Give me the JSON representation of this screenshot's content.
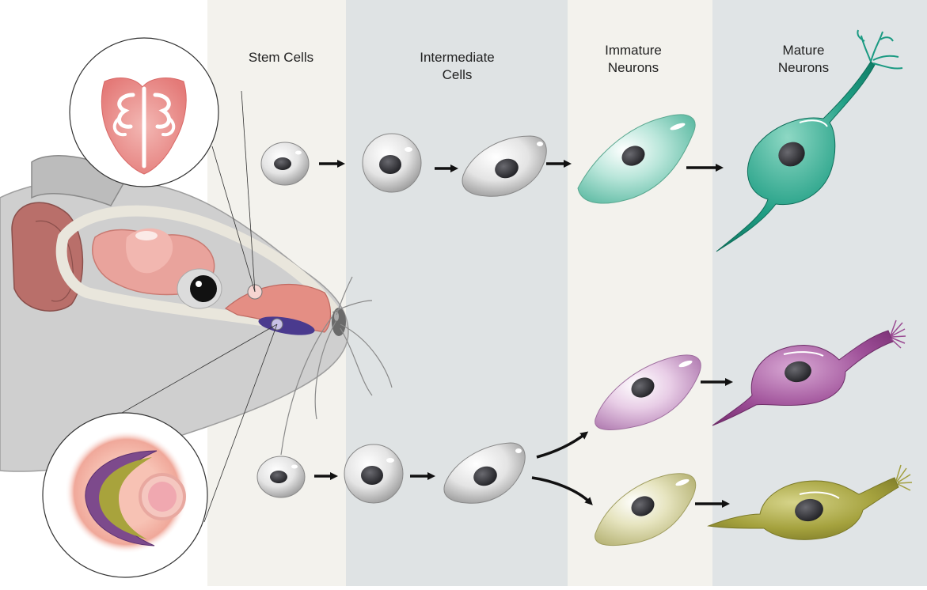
{
  "columns": [
    {
      "id": "stem",
      "label": "Stem Cells"
    },
    {
      "id": "intermediate",
      "label": "Intermediate\nCells"
    },
    {
      "id": "immature",
      "label": "Immature\nNeurons"
    },
    {
      "id": "mature",
      "label": "Mature\nNeurons"
    }
  ],
  "colors": {
    "stem_cell": "#d8d8d8",
    "nucleus": "#3a3a3f",
    "olfactory_neuron": "#1a9a82",
    "vomeronasal_neuron_purple": "#9a4a92",
    "vomeronasal_neuron_olive": "#a3a040",
    "olfactory_epithelium": "#e98888",
    "vomeronasal_organ": "#4a3a8e",
    "band_light": "#f2f1ec",
    "band_dark": "#dfe3e5"
  },
  "icons": [
    "mouse-head",
    "eye",
    "brain",
    "nose",
    "whiskers",
    "magnifier-circle",
    "arrow"
  ]
}
